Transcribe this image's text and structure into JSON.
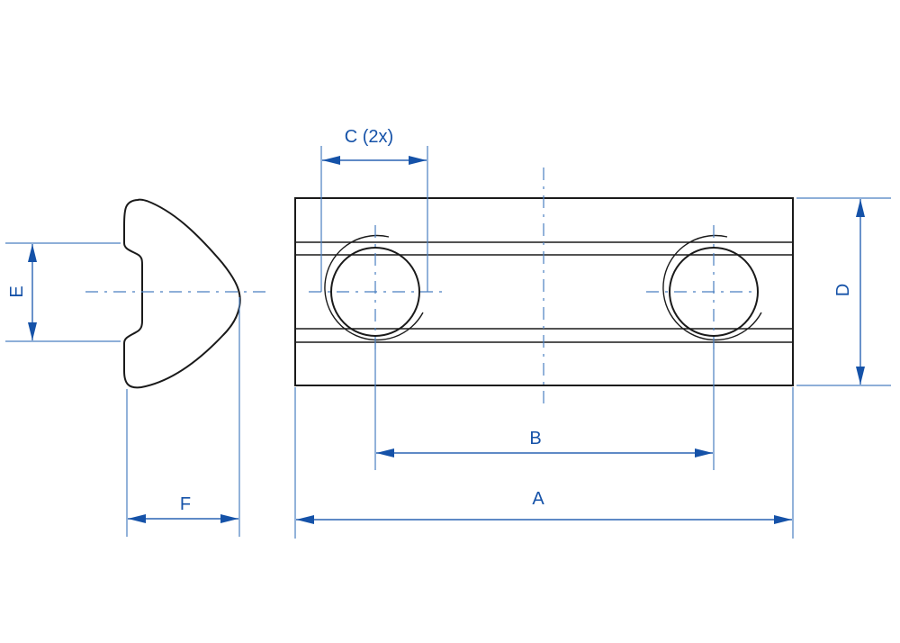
{
  "diagram": {
    "colors": {
      "outline": "#1a1a1a",
      "dimension": "#1552a8",
      "extension": "#4a7fc0",
      "background": "#ffffff"
    },
    "labels": {
      "a": "A",
      "b": "B",
      "c": "C (2x)",
      "d": "D",
      "e": "E",
      "f": "F"
    }
  }
}
